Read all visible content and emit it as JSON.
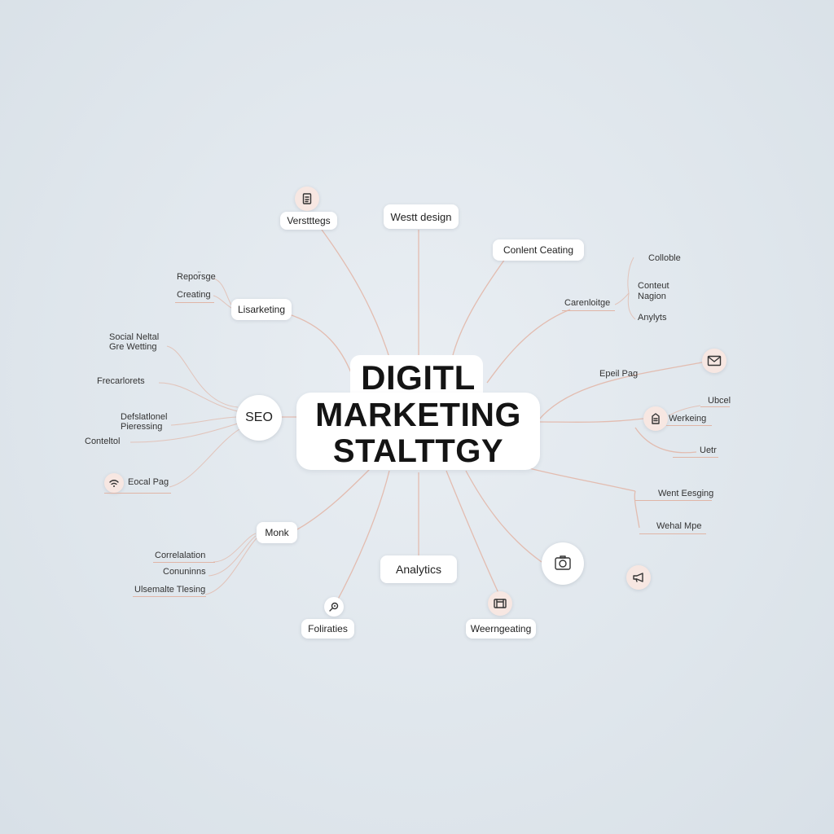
{
  "center": {
    "line1": "DIGITL",
    "line2": "MARKETING",
    "line3": "STALTTGY"
  },
  "nodes": {
    "verstttegs": "Verstttegs",
    "west_design": "Westt design",
    "content_creating": "Conlent Ceating",
    "lisarketing": "Lisarketing",
    "seo": "SEO",
    "monk": "Monk",
    "analytics": "Analytics",
    "foliraties": "Foliraties",
    "weemgeating": "Weerngeating"
  },
  "left_labels": {
    "reporsge": "Repor̈sge",
    "creating": "Creating",
    "social_1": "Social Neltal",
    "social_2": "Gre Wetting",
    "precarlorets": "Frecarlorets",
    "defl_1": "Defslatlonel",
    "defl_2": "Pieressing",
    "conteltol": "Conteltol",
    "ecoal_pag": "Eocal Pag",
    "correlalation": "Correlalation",
    "conuninns": "Conuninns",
    "ulsemate": "Ulsemalte Tlesing"
  },
  "right_labels": {
    "carenloitge": "Carenloitge",
    "collible": "Colloble",
    "content_1": "Conteut",
    "content_2": "Nagion",
    "anylyts": "Anylyts",
    "epeil_pag": "Epeil Pag",
    "ubcel": "Ubcel",
    "werkeing": "Werkeing",
    "uetr": "Uetr",
    "went_esging": "Went Eesging",
    "wehal_mpe": "Wehal Mpe"
  },
  "icons": {
    "document": "document-icon",
    "mail": "mail-icon",
    "list": "list-icon",
    "folder": "folder-icon",
    "camera": "camera-icon",
    "megaphone": "megaphone-icon",
    "compass": "compass-icon",
    "wifi": "wifi-icon"
  },
  "colors": {
    "connector": "#e2b7a8",
    "badge_bg": "#f7e7e2",
    "background": "#e4eaef"
  }
}
